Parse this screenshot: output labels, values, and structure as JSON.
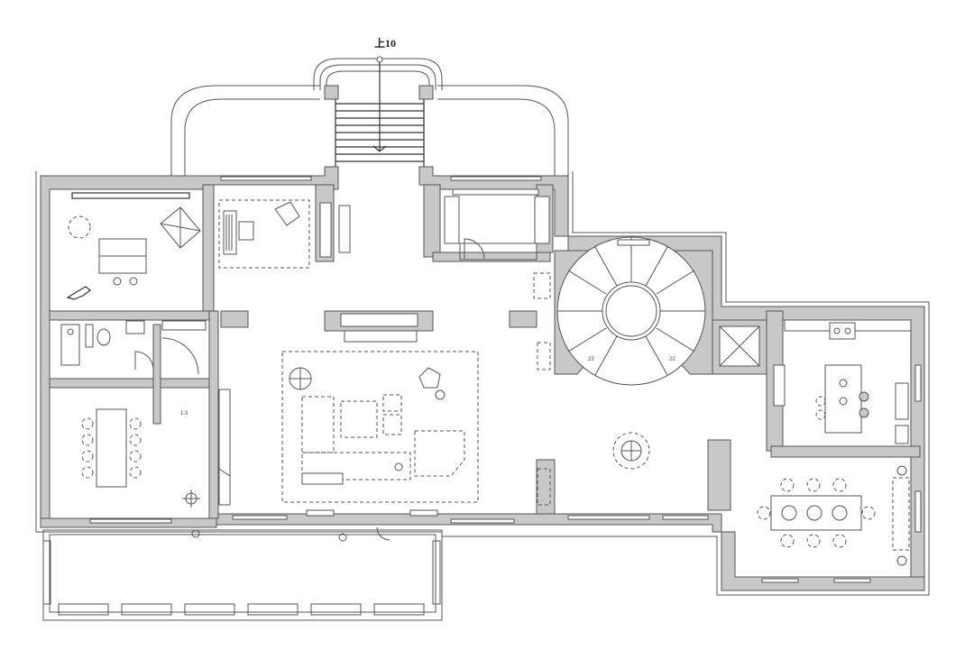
{
  "stair_up_label": "上10",
  "small_labels": {
    "stair_step_left": "23",
    "stair_step_right": "22",
    "corridor_mark": "1:3"
  }
}
